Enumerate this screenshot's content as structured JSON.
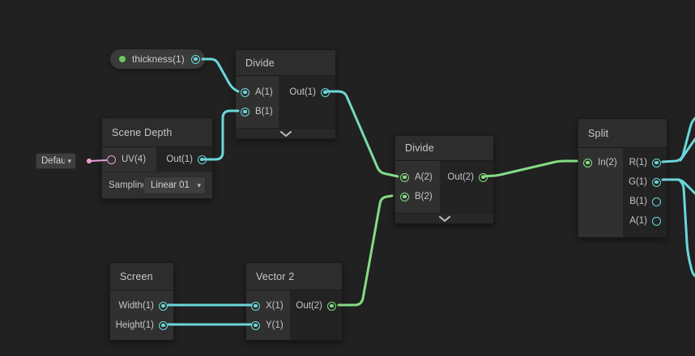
{
  "colors": {
    "cyan": "#6bd6da",
    "green": "#84dc84",
    "pink": "#e79fd8",
    "property_dot_green": "#69ca5a",
    "canvas_bg": "#212121"
  },
  "nodes": {
    "thickness": {
      "label": "thickness(1)"
    },
    "divide1": {
      "title": "Divide",
      "inputs": [
        {
          "label": "A(1)"
        },
        {
          "label": "B(1)"
        }
      ],
      "outputs": [
        {
          "label": "Out(1)"
        }
      ]
    },
    "scene_depth": {
      "title": "Scene Depth",
      "inputs": [
        {
          "label": "UV(4)"
        }
      ],
      "outputs": [
        {
          "label": "Out(1)"
        }
      ],
      "uv_default_value": "Default",
      "sampling_label": "Sampling",
      "sampling_value": "Linear 01"
    },
    "divide2": {
      "title": "Divide",
      "inputs": [
        {
          "label": "A(2)"
        },
        {
          "label": "B(2)"
        }
      ],
      "outputs": [
        {
          "label": "Out(2)"
        }
      ]
    },
    "split": {
      "title": "Split",
      "inputs": [
        {
          "label": "In(2)"
        }
      ],
      "outputs": [
        {
          "label": "R(1)"
        },
        {
          "label": "G(1)"
        },
        {
          "label": "B(1)"
        },
        {
          "label": "A(1)"
        }
      ]
    },
    "screen": {
      "title": "Screen",
      "outputs": [
        {
          "label": "Width(1)"
        },
        {
          "label": "Height(1)"
        }
      ]
    },
    "vector2": {
      "title": "Vector 2",
      "inputs": [
        {
          "label": "X(1)"
        },
        {
          "label": "Y(1)"
        }
      ],
      "outputs": [
        {
          "label": "Out(2)"
        }
      ]
    }
  },
  "widgets": {
    "dropdown_arrow": "▾"
  }
}
